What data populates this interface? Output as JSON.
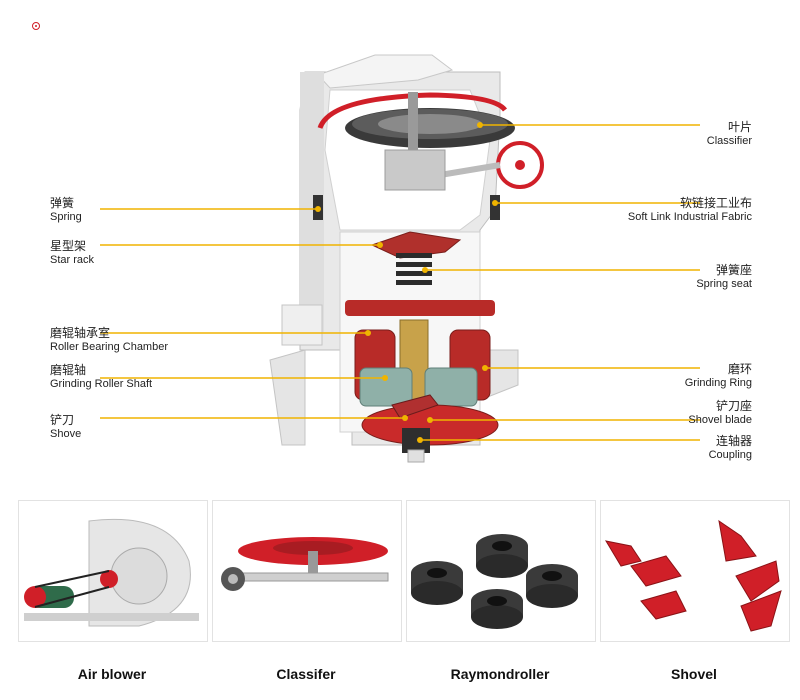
{
  "labels_left": [
    {
      "id": "spring",
      "cn": "弹簧",
      "en": "Spring"
    },
    {
      "id": "star-rack",
      "cn": "星型架",
      "en": "Star rack"
    },
    {
      "id": "roller-bearing-chamber",
      "cn": "磨辊轴承室",
      "en": "Roller Bearing Chamber"
    },
    {
      "id": "grinding-roller-shaft",
      "cn": "磨辊轴",
      "en": "Grinding Roller Shaft"
    },
    {
      "id": "shove",
      "cn": "铲刀",
      "en": "Shove"
    }
  ],
  "labels_right": [
    {
      "id": "classifier",
      "cn": "叶片",
      "en": "Classifier"
    },
    {
      "id": "soft-link",
      "cn": "软链接工业布",
      "en": "Soft Link Industrial Fabric"
    },
    {
      "id": "spring-seat",
      "cn": "弹簧座",
      "en": "Spring seat"
    },
    {
      "id": "grinding-ring",
      "cn": "磨环",
      "en": "Grinding Ring"
    },
    {
      "id": "shovel-blade",
      "cn": "铲刀座",
      "en": "Shovel blade"
    },
    {
      "id": "coupling",
      "cn": "连轴器",
      "en": "Coupling"
    }
  ],
  "parts": [
    {
      "id": "air-blower",
      "caption": "Air blower"
    },
    {
      "id": "classifier",
      "caption": "Classifer"
    },
    {
      "id": "raymondroller",
      "caption": "Raymondroller"
    },
    {
      "id": "shovel",
      "caption": "Shovel"
    }
  ],
  "colors": {
    "leader": "#f0b400",
    "accent": "#d01f28",
    "metal": "#cfcfcf"
  }
}
